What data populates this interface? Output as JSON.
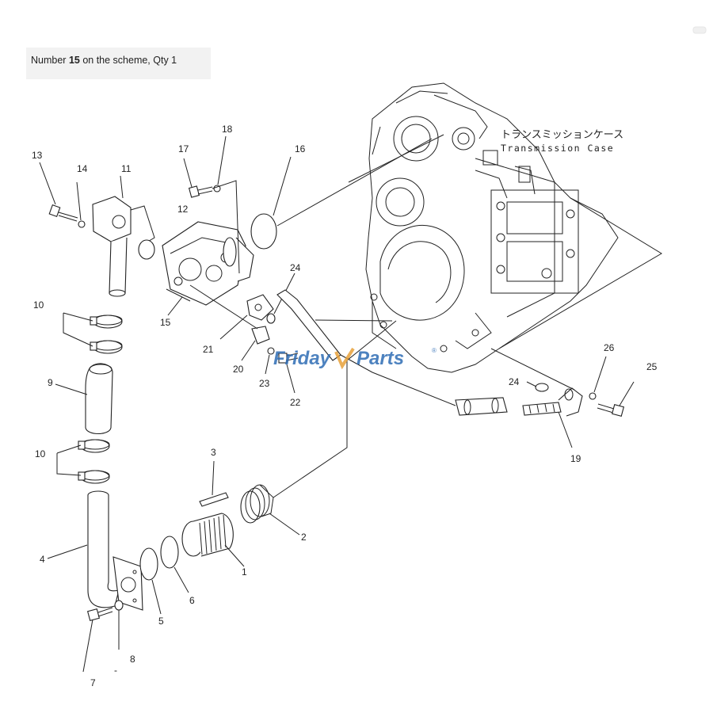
{
  "caption": {
    "prefix": "Number ",
    "number": "15",
    "suffix": " on the scheme, Qty 1"
  },
  "diagram": {
    "case_label_jp": "トランスミッションケース",
    "case_label_en": "Transmission Case",
    "watermark_a": "Friday",
    "watermark_b": "Parts",
    "watermark_mark": "®",
    "callouts": [
      "13",
      "14",
      "11",
      "17",
      "18",
      "16",
      "12",
      "24",
      "15",
      "10",
      "21",
      "20",
      "23",
      "22",
      "9",
      "10",
      "3",
      "2",
      "4",
      "1",
      "5",
      "6",
      "8",
      "7",
      "26",
      "25",
      "24",
      "19",
      "-"
    ]
  },
  "colors": {
    "watermark_blue": "#2f6db5",
    "watermark_orange": "#e8a23a",
    "caption_bg": "#f2f2f2"
  }
}
